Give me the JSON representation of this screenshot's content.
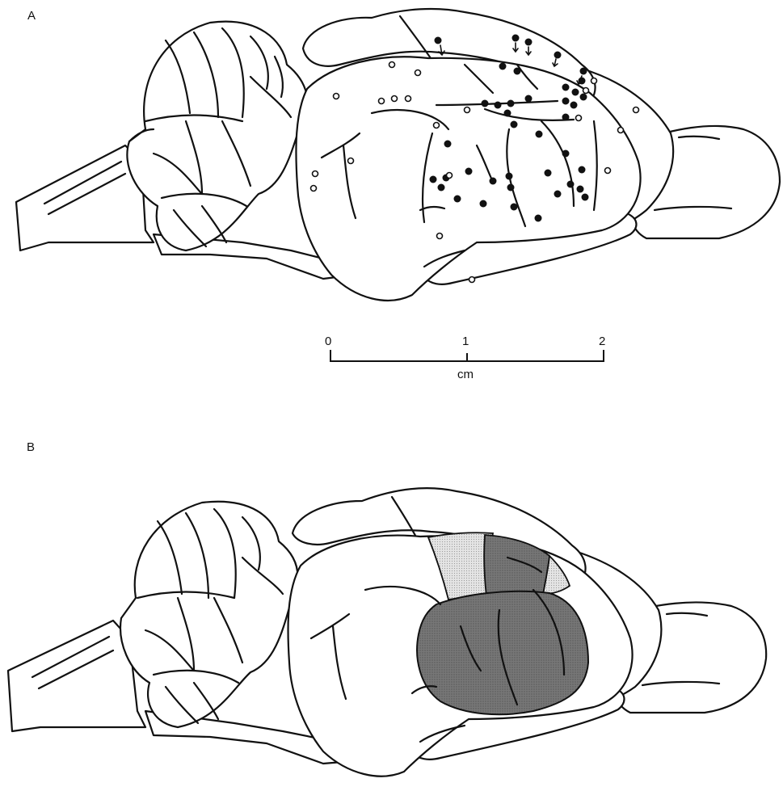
{
  "panels": {
    "a": {
      "label": "A"
    },
    "b": {
      "label": "B"
    }
  },
  "scale_bar": {
    "ticks": [
      "0",
      "1",
      "2"
    ],
    "unit": "cm"
  },
  "colors": {
    "line": "#111111",
    "filled_dot": "#111111",
    "open_dot": "#ffffff",
    "dark_region": "#6e6e6e",
    "light_region": "#d9d9d9"
  }
}
